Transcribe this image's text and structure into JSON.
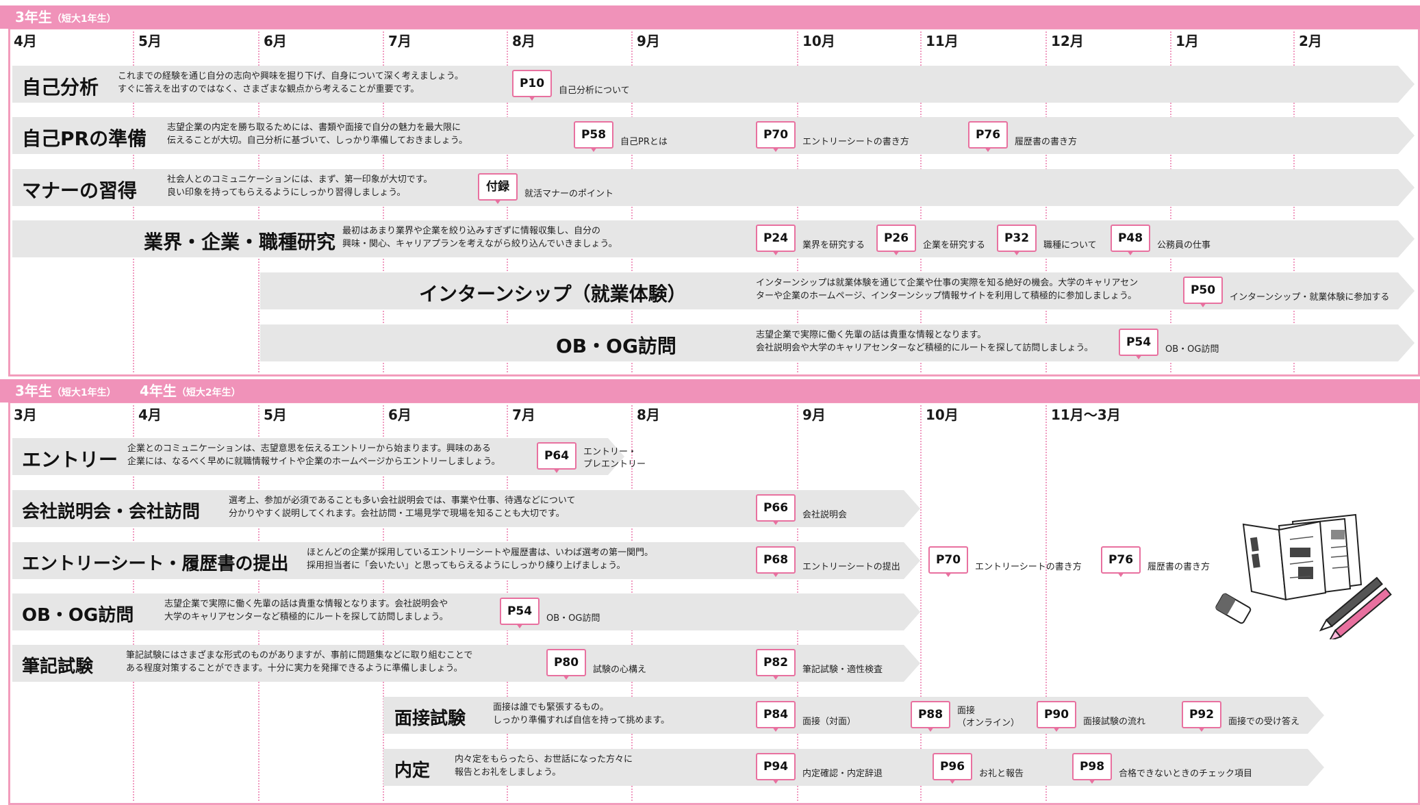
{
  "sections": [
    {
      "id": "section-1",
      "header": [
        {
          "main": "3年生",
          "sub": "（短大1年生）"
        }
      ],
      "months": [
        "4月",
        "5月",
        "6月",
        "7月",
        "8月",
        "9月",
        "10月",
        "11月",
        "12月",
        "1月",
        "2月"
      ],
      "rows": [
        {
          "title": "自己分析",
          "desc": [
            "これまでの経験を通じ自分の志向や興味を掘り下げ、自身について深く考えましょう。",
            "すぐに答えを出すのではなく、さまざまな観点から考えることが重要です。"
          ],
          "tags": [
            {
              "code": "P10",
              "label": "自己分析について"
            }
          ]
        },
        {
          "title": "自己PRの準備",
          "desc": [
            "志望企業の内定を勝ち取るためには、書類や面接で自分の魅力を最大限に",
            "伝えることが大切。自己分析に基づいて、しっかり準備しておきましょう。"
          ],
          "tags": [
            {
              "code": "P58",
              "label": "自己PRとは"
            },
            {
              "code": "P70",
              "label": "エントリーシートの書き方"
            },
            {
              "code": "P76",
              "label": "履歴書の書き方"
            }
          ]
        },
        {
          "title": "マナーの習得",
          "desc": [
            "社会人とのコミュニケーションには、まず、第一印象が大切です。",
            "良い印象を持ってもらえるようにしっかり習得しましょう。"
          ],
          "tags": [
            {
              "code": "付録",
              "label": "就活マナーのポイント"
            }
          ]
        },
        {
          "title": "業界・企業・職種研究",
          "desc": [
            "最初はあまり業界や企業を絞り込みすぎずに情報収集し、自分の",
            "興味・関心、キャリアプランを考えながら絞り込んでいきましょう。"
          ],
          "tags": [
            {
              "code": "P24",
              "label": "業界を研究する"
            },
            {
              "code": "P26",
              "label": "企業を研究する"
            },
            {
              "code": "P32",
              "label": "職種について"
            },
            {
              "code": "P48",
              "label": "公務員の仕事"
            }
          ]
        },
        {
          "title": "インターンシップ（就業体験）",
          "desc": [
            "インターンシップは就業体験を通じて企業や仕事の実際を知る絶好の機会。大学のキャリアセン",
            "ターや企業のホームページ、インターンシップ情報サイトを利用して積極的に参加しましょう。"
          ],
          "tags": [
            {
              "code": "P50",
              "label": "インターンシップ・就業体験に参加する"
            }
          ]
        },
        {
          "title": "OB・OG訪問",
          "desc": [
            "志望企業で実際に働く先輩の話は貴重な情報となります。",
            "会社説明会や大学のキャリアセンターなど積極的にルートを探して訪問しましょう。"
          ],
          "tags": [
            {
              "code": "P54",
              "label": "OB・OG訪問"
            }
          ]
        }
      ]
    },
    {
      "id": "section-2",
      "header": [
        {
          "main": "3年生",
          "sub": "（短大1年生）"
        },
        {
          "main": "4年生",
          "sub": "（短大2年生）"
        }
      ],
      "months": [
        "3月",
        "4月",
        "5月",
        "6月",
        "7月",
        "8月",
        "9月",
        "10月",
        "11月〜3月"
      ],
      "rows": [
        {
          "title": "エントリー",
          "desc": [
            "企業とのコミュニケーションは、志望意思を伝えるエントリーから始まります。興味のある",
            "企業には、なるべく早めに就職情報サイトや企業のホームページからエントリーしましょう。"
          ],
          "tags": [
            {
              "code": "P64",
              "label": "エントリー・",
              "label2": "プレエントリー"
            }
          ]
        },
        {
          "title": "会社説明会・会社訪問",
          "desc": [
            "選考上、参加が必須であることも多い会社説明会では、事業や仕事、待遇などについて",
            "分かりやすく説明してくれます。会社訪問・工場見学で現場を知ることも大切です。"
          ],
          "tags": [
            {
              "code": "P66",
              "label": "会社説明会"
            }
          ]
        },
        {
          "title": "エントリーシート・履歴書の提出",
          "desc": [
            "ほとんどの企業が採用しているエントリーシートや履歴書は、いわば選考の第一関門。",
            "採用担当者に「会いたい」と思ってもらえるようにしっかり練り上げましょう。"
          ],
          "tags": [
            {
              "code": "P68",
              "label": "エントリーシートの提出"
            },
            {
              "code": "P70",
              "label": "エントリーシートの書き方"
            },
            {
              "code": "P76",
              "label": "履歴書の書き方"
            }
          ]
        },
        {
          "title": "OB・OG訪問",
          "desc": [
            "志望企業で実際に働く先輩の話は貴重な情報となります。会社説明会や",
            "大学のキャリアセンターなど積極的にルートを探して訪問しましょう。"
          ],
          "tags": [
            {
              "code": "P54",
              "label": "OB・OG訪問"
            }
          ]
        },
        {
          "title": "筆記試験",
          "desc": [
            "筆記試験にはさまざまな形式のものがありますが、事前に問題集などに取り組むことで",
            "ある程度対策することができます。十分に実力を発揮できるように準備しましょう。"
          ],
          "tags": [
            {
              "code": "P80",
              "label": "試験の心構え"
            },
            {
              "code": "P82",
              "label": "筆記試験・適性検査"
            }
          ]
        },
        {
          "title": "面接試験",
          "desc": [
            "面接は誰でも緊張するもの。",
            "しっかり準備すれば自信を持って挑めます。"
          ],
          "tags": [
            {
              "code": "P84",
              "label": "面接（対面）"
            },
            {
              "code": "P88",
              "label": "面接",
              "label2": "（オンライン）"
            },
            {
              "code": "P90",
              "label": "面接試験の流れ"
            },
            {
              "code": "P92",
              "label": "面接での受け答え"
            }
          ]
        },
        {
          "title": "内定",
          "desc": [
            "内々定をもらったら、お世話になった方々に",
            "報告とお礼をしましょう。"
          ],
          "tags": [
            {
              "code": "P94",
              "label": "内定確認・内定辞退"
            },
            {
              "code": "P96",
              "label": "お礼と報告"
            },
            {
              "code": "P98",
              "label": "合格できないときのチェック項目"
            }
          ]
        }
      ]
    }
  ],
  "colors": {
    "pink": "#f092b9",
    "tagBorder": "#e8709f",
    "band": "#e6e6e6"
  },
  "illustration": {
    "name": "notebook-pen-eraser-illustration"
  }
}
